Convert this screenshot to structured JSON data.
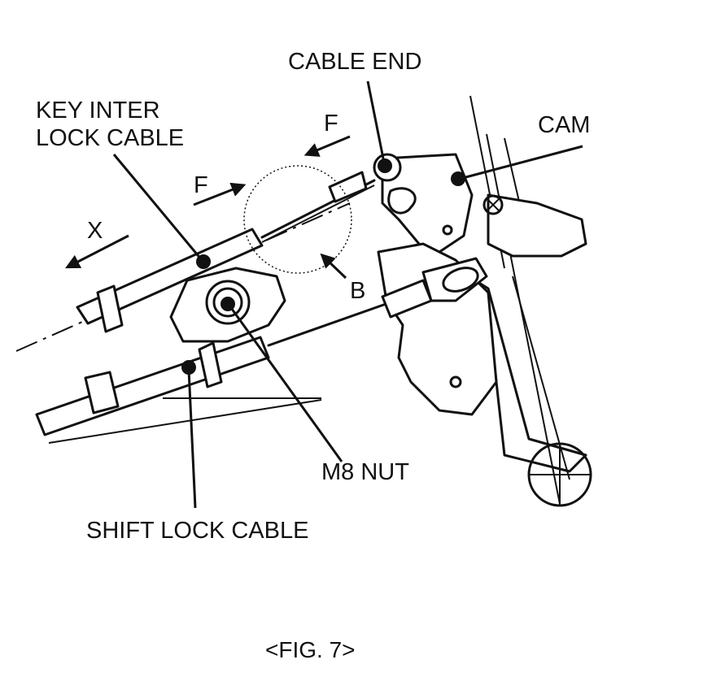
{
  "labels": {
    "cable_end": "CABLE END",
    "key_interlock_cable": "KEY INTER\nLOCK CABLE",
    "cam": "CAM",
    "force_f_upper": "F",
    "force_f_lower": "F",
    "direction_x": "X",
    "detail_b": "B",
    "m8_nut": "M8 NUT",
    "shift_lock_cable": "SHIFT LOCK CABLE"
  },
  "caption": "<FIG. 7>",
  "colors": {
    "ink": "#111111",
    "paper": "#ffffff"
  }
}
